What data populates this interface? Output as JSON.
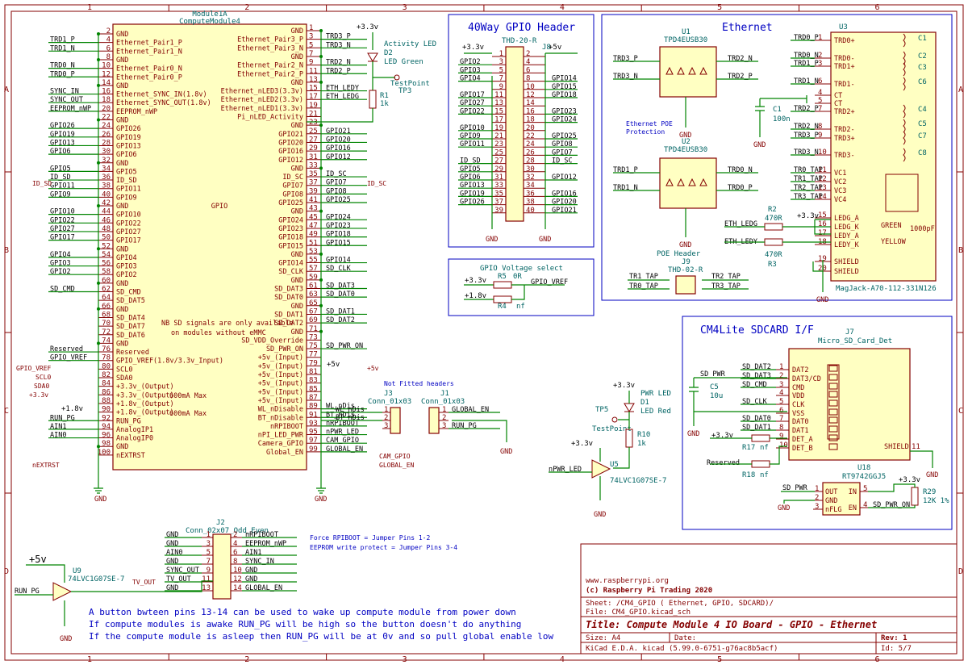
{
  "frame": {
    "cols": [
      "1",
      "2",
      "3",
      "4",
      "5",
      "6"
    ],
    "rows": [
      "A",
      "B",
      "C",
      "D"
    ]
  },
  "module": {
    "ref": "Module1A",
    "value": "ComputeModule4",
    "center_label": "GPIO",
    "left_pins": [
      {
        "n": "2",
        "name": "GND",
        "net": ""
      },
      {
        "n": "4",
        "name": "Ethernet_Pair1_P",
        "net": "TRD1_P"
      },
      {
        "n": "6",
        "name": "Ethernet_Pair1_N",
        "net": "TRD1_N"
      },
      {
        "n": "8",
        "name": "GND",
        "net": ""
      },
      {
        "n": "10",
        "name": "Ethernet_Pair0_N",
        "net": "TRD0_N"
      },
      {
        "n": "12",
        "name": "Ethernet_Pair0_P",
        "net": "TRD0_P"
      },
      {
        "n": "14",
        "name": "GND",
        "net": ""
      },
      {
        "n": "16",
        "name": "Ethernet_SYNC_IN(1.8v)",
        "net": "SYNC_IN"
      },
      {
        "n": "18",
        "name": "Ethernet_SYNC_OUT(1.8v)",
        "net": "SYNC_OUT"
      },
      {
        "n": "20",
        "name": "EEPROM_nWP",
        "net": "EEPROM_nWP"
      },
      {
        "n": "22",
        "name": "GND",
        "net": ""
      },
      {
        "n": "24",
        "name": "GPIO26",
        "net": "GPIO26"
      },
      {
        "n": "26",
        "name": "GPIO19",
        "net": "GPIO19"
      },
      {
        "n": "28",
        "name": "GPIO13",
        "net": "GPIO13"
      },
      {
        "n": "30",
        "name": "GPIO6",
        "net": "GPIO6"
      },
      {
        "n": "32",
        "name": "GND",
        "net": ""
      },
      {
        "n": "34",
        "name": "GPIO5",
        "net": "GPIO5"
      },
      {
        "n": "36",
        "name": "ID_SD",
        "net": "ID_SD"
      },
      {
        "n": "38",
        "name": "GPIO11",
        "net": "GPIO11"
      },
      {
        "n": "40",
        "name": "GPIO9",
        "net": "GPIO9"
      },
      {
        "n": "42",
        "name": "GND",
        "net": ""
      },
      {
        "n": "44",
        "name": "GPIO10",
        "net": "GPIO10"
      },
      {
        "n": "46",
        "name": "GPIO22",
        "net": "GPIO22"
      },
      {
        "n": "48",
        "name": "GPIO27",
        "net": "GPIO27"
      },
      {
        "n": "50",
        "name": "GPIO17",
        "net": "GPIO17"
      },
      {
        "n": "52",
        "name": "GND",
        "net": ""
      },
      {
        "n": "54",
        "name": "GPIO4",
        "net": "GPIO4"
      },
      {
        "n": "56",
        "name": "GPIO3",
        "net": "GPIO3"
      },
      {
        "n": "58",
        "name": "GPIO2",
        "net": "GPIO2"
      },
      {
        "n": "60",
        "name": "GND",
        "net": ""
      },
      {
        "n": "62",
        "name": "SD_CMD",
        "net": "SD_CMD"
      },
      {
        "n": "64",
        "name": "SD_DAT5",
        "net": ""
      },
      {
        "n": "66",
        "name": "GND",
        "net": ""
      },
      {
        "n": "68",
        "name": "SD_DAT4",
        "net": ""
      },
      {
        "n": "70",
        "name": "SD_DAT7",
        "net": ""
      },
      {
        "n": "72",
        "name": "SD_DAT6",
        "net": ""
      },
      {
        "n": "74",
        "name": "GND",
        "net": ""
      },
      {
        "n": "76",
        "name": "Reserved",
        "net": "Reserved"
      },
      {
        "n": "78",
        "name": "GPIO_VREF(1.8v/3.3v_Input)",
        "net": "GPIO_VREF"
      },
      {
        "n": "80",
        "name": "SCL0",
        "net": ""
      },
      {
        "n": "82",
        "name": "SDA0",
        "net": ""
      },
      {
        "n": "84",
        "name": "+3.3v_(Output)",
        "net": ""
      },
      {
        "n": "86",
        "name": "+3.3v_(Output)",
        "net": ""
      },
      {
        "n": "88",
        "name": "+1.8v_(Output)",
        "net": ""
      },
      {
        "n": "90",
        "name": "+1.8v_(Output)",
        "net": ""
      },
      {
        "n": "92",
        "name": "RUN_PG",
        "net": "RUN_PG"
      },
      {
        "n": "94",
        "name": "AnalogIP1",
        "net": "AIN1"
      },
      {
        "n": "96",
        "name": "AnalogIP0",
        "net": "AIN0"
      },
      {
        "n": "98",
        "name": "GND",
        "net": ""
      },
      {
        "n": "100",
        "name": "nEXTRST",
        "net": ""
      }
    ],
    "right_pins": [
      {
        "n": "1",
        "name": "GND",
        "net": ""
      },
      {
        "n": "3",
        "name": "Ethernet_Pair3_P",
        "net": "TRD3_P"
      },
      {
        "n": "5",
        "name": "Ethernet_Pair3_N",
        "net": "TRD3_N"
      },
      {
        "n": "7",
        "name": "GND",
        "net": ""
      },
      {
        "n": "9",
        "name": "Ethernet_Pair2_N",
        "net": "TRD2_N"
      },
      {
        "n": "11",
        "name": "Ethernet_Pair2_P",
        "net": "TRD2_P"
      },
      {
        "n": "13",
        "name": "GND",
        "net": ""
      },
      {
        "n": "15",
        "name": "Ethernet_nLED3(3.3v)",
        "net": "ETH_LEDY"
      },
      {
        "n": "17",
        "name": "Ethernet_nLED2(3.3v)",
        "net": "ETH_LEDG"
      },
      {
        "n": "19",
        "name": "Ethernet_nLED1(3.3v)",
        "net": ""
      },
      {
        "n": "21",
        "name": "Pi_nLED_Activity",
        "net": ""
      },
      {
        "n": "23",
        "name": "GND",
        "net": ""
      },
      {
        "n": "25",
        "name": "GPIO21",
        "net": "GPIO21"
      },
      {
        "n": "27",
        "name": "GPIO20",
        "net": "GPIO20"
      },
      {
        "n": "29",
        "name": "GPIO16",
        "net": "GPIO16"
      },
      {
        "n": "31",
        "name": "GPIO12",
        "net": "GPIO12"
      },
      {
        "n": "33",
        "name": "GND",
        "net": ""
      },
      {
        "n": "35",
        "name": "ID_SC",
        "net": "ID_SC"
      },
      {
        "n": "37",
        "name": "GPIO7",
        "net": "GPIO7"
      },
      {
        "n": "39",
        "name": "GPIO8",
        "net": "GPIO8"
      },
      {
        "n": "41",
        "name": "GPIO25",
        "net": "GPIO25"
      },
      {
        "n": "43",
        "name": "GND",
        "net": ""
      },
      {
        "n": "45",
        "name": "GPIO24",
        "net": "GPIO24"
      },
      {
        "n": "47",
        "name": "GPIO23",
        "net": "GPIO23"
      },
      {
        "n": "49",
        "name": "GPIO18",
        "net": "GPIO18"
      },
      {
        "n": "51",
        "name": "GPIO15",
        "net": "GPIO15"
      },
      {
        "n": "53",
        "name": "GND",
        "net": ""
      },
      {
        "n": "55",
        "name": "GPIO14",
        "net": "GPIO14"
      },
      {
        "n": "57",
        "name": "SD_CLK",
        "net": "SD_CLK"
      },
      {
        "n": "59",
        "name": "GND",
        "net": ""
      },
      {
        "n": "61",
        "name": "SD_DAT3",
        "net": "SD_DAT3"
      },
      {
        "n": "63",
        "name": "SD_DAT0",
        "net": "SD_DAT0"
      },
      {
        "n": "65",
        "name": "GND",
        "net": ""
      },
      {
        "n": "67",
        "name": "SD_DAT1",
        "net": "SD_DAT1"
      },
      {
        "n": "69",
        "name": "SD_DAT2",
        "net": "SD_DAT2"
      },
      {
        "n": "71",
        "name": "GND",
        "net": ""
      },
      {
        "n": "73",
        "name": "SD_VDD_Override",
        "net": ""
      },
      {
        "n": "75",
        "name": "SD_PWR_ON",
        "net": "SD_PWR_ON"
      },
      {
        "n": "77",
        "name": "+5v_(Input)",
        "net": ""
      },
      {
        "n": "79",
        "name": "+5v_(Input)",
        "net": ""
      },
      {
        "n": "81",
        "name": "+5v_(Input)",
        "net": ""
      },
      {
        "n": "83",
        "name": "+5v_(Input)",
        "net": ""
      },
      {
        "n": "85",
        "name": "+5v_(Input)",
        "net": ""
      },
      {
        "n": "87",
        "name": "+5v_(Input)",
        "net": ""
      },
      {
        "n": "89",
        "name": "WL_nDisable",
        "net": "WL_nDis"
      },
      {
        "n": "91",
        "name": "BT_nDisable",
        "net": "BT_nDis"
      },
      {
        "n": "93",
        "name": "nRPIBOOT",
        "net": "nRPIBOOT"
      },
      {
        "n": "95",
        "name": "nPI_LED_PWR",
        "net": "nPWR_LED"
      },
      {
        "n": "97",
        "name": "Camera_GPIO",
        "net": "CAM_GPIO"
      },
      {
        "n": "99",
        "name": "Global_EN",
        "net": "GLOBAL_EN"
      }
    ],
    "labels": {
      "id_sd": "ID_SD",
      "gpio_vref": "GPIO_VREF",
      "scl0": "SCL0",
      "sda0": "SDA0",
      "v33": "+3.3v",
      "v18": "+1.8v",
      "nextrst": "nEXTRST",
      "id_sc": "ID_SC",
      "v5": "+5v",
      "v5_out": "+5v",
      "cam": "CAM_GPIO",
      "global": "GLOBAL_EN",
      "ma600a": "600mA Max",
      "ma600b": "600mA Max",
      "gnd1": "GND",
      "gnd2": "GND"
    },
    "sd_note_1": "NB SD signals are only available",
    "sd_note_2": "on modules without eMMC"
  },
  "led": {
    "supply": "+3.3v",
    "title": "Activity LED",
    "ref": "D2",
    "value": "LED Green",
    "tp_label": "TestPoint",
    "tp_ref": "TP3",
    "r_ref": "R1",
    "r_val": "1k"
  },
  "gpio_header": {
    "title": "40Way GPIO Header",
    "ref": "THD-20-R",
    "j": "J8",
    "v33": "+3.3v",
    "v5": "+5v",
    "gnd_l": "GND",
    "gnd_r": "GND",
    "left": [
      "GPIO2",
      "GPIO3",
      "GPIO4",
      "",
      "GPIO17",
      "GPIO27",
      "GPIO22",
      "",
      "GPIO10",
      "GPIO9",
      "GPIO11",
      "",
      "ID_SD",
      "GPIO5",
      "GPIO6",
      "GPIO13",
      "GPIO19",
      "GPIO26",
      ""
    ],
    "right": [
      "",
      "",
      "GPIO14",
      "GPIO15",
      "GPIO18",
      "",
      "GPIO23",
      "GPIO24",
      "",
      "GPIO25",
      "GPIO8",
      "GPIO7",
      "ID_SC",
      "",
      "GPIO12",
      "",
      "GPIO16",
      "GPIO20",
      "GPIO21"
    ]
  },
  "vsel": {
    "title": "GPIO Voltage select",
    "v33": "+3.3v",
    "v18": "+1.8v",
    "r5": "R5",
    "r5v": "0R",
    "r4": "R4",
    "r4v": "nf",
    "net": "GPIO_VREF"
  },
  "ethernet": {
    "title": "Ethernet",
    "u1": "U1",
    "u1v": "TPD4EUSB30",
    "u2": "U2",
    "u2v": "TPD4EUSB30",
    "poe_note_1": "Ethernet POE",
    "poe_note_2": "Protection",
    "u1_nets": [
      "TRD3_P",
      "TRD3_N",
      "TRD2_N",
      "TRD2_P"
    ],
    "u2_nets": [
      "TRD1_P",
      "TRD1_N",
      "TRD0_N",
      "TRD0_P"
    ],
    "u3": "U3",
    "u3v": "MagJack-A70-112-331N126",
    "c1": "C1",
    "c1v": "100n",
    "mag_left": [
      {
        "n": "1",
        "net": "TRD0_P",
        "pin": "TRD0+"
      },
      {
        "n": "2",
        "net": "TRD0_N",
        "pin": "TRD0-"
      },
      {
        "n": "3",
        "net": "TRD1_P",
        "pin": "TRD1+"
      },
      {
        "n": "6",
        "net": "TRD1_N",
        "pin": "TRD1-"
      },
      {
        "n": "4",
        "net": "",
        "pin": "CT"
      },
      {
        "n": "5",
        "net": "",
        "pin": "CT"
      },
      {
        "n": "7",
        "net": "TRD2_P",
        "pin": "TRD2+"
      },
      {
        "n": "8",
        "net": "TRD2_N",
        "pin": "TRD2-"
      },
      {
        "n": "9",
        "net": "TRD3_P",
        "pin": "TRD3+"
      },
      {
        "n": "10",
        "net": "TRD3_N",
        "pin": "TRD3-"
      },
      {
        "n": "11",
        "net": "TR0_TAP",
        "pin": "VC1"
      },
      {
        "n": "12",
        "net": "TR1_TAP",
        "pin": "VC2"
      },
      {
        "n": "13",
        "net": "TR2_TAP",
        "pin": "VC3"
      },
      {
        "n": "14",
        "net": "TR3_TAP",
        "pin": "VC4"
      },
      {
        "n": "15",
        "net": "",
        "pin": "LEDG_A"
      },
      {
        "n": "16",
        "net": "",
        "pin": "LEDG_K"
      },
      {
        "n": "17",
        "net": "",
        "pin": "LEDY_A"
      },
      {
        "n": "18",
        "net": "",
        "pin": "LEDY_K"
      },
      {
        "n": "19",
        "net": "",
        "pin": "SHIELD"
      },
      {
        "n": "20",
        "net": "",
        "pin": "SHIELD"
      }
    ],
    "caps": [
      "C1",
      "C2",
      "C3",
      "C6",
      "C4",
      "C5",
      "C7",
      "C8"
    ],
    "green": "GREEN",
    "yellow": "YELLOW",
    "cap1000": "1000pF",
    "r2": "R2",
    "r2v": "470R",
    "r3": "R3",
    "r3v": "470R",
    "ledg": "ETH_LEDG",
    "ledy": "ETH_LEDY",
    "v33": "+3.3v",
    "poe_hdr": "POE Header",
    "j9": "J9",
    "j9v": "THD-02-R",
    "poe_l": [
      "TR1_TAP",
      "TR0_TAP"
    ],
    "poe_r": [
      "TR2_TAP",
      "TR3_TAP"
    ],
    "gnd": "GND"
  },
  "sd": {
    "title": "CM4Lite SDCARD I/F",
    "j7": "J7",
    "j7v": "Micro_SD_Card_Det",
    "pins": [
      {
        "n": "1",
        "net": "SD_DAT2",
        "pin": "DAT2"
      },
      {
        "n": "2",
        "net": "SD_DAT3",
        "pin": "DAT3/CD"
      },
      {
        "n": "3",
        "net": "SD_CMD",
        "pin": "CMD"
      },
      {
        "n": "4",
        "net": "",
        "pin": "VDD"
      },
      {
        "n": "5",
        "net": "SD_CLK",
        "pin": "CLK"
      },
      {
        "n": "6",
        "net": "",
        "pin": "VSS"
      },
      {
        "n": "7",
        "net": "SD_DAT0",
        "pin": "DAT0"
      },
      {
        "n": "8",
        "net": "SD_DAT1",
        "pin": "DAT1"
      },
      {
        "n": "9",
        "net": "",
        "pin": "DET_A"
      },
      {
        "n": "10",
        "net": "",
        "pin": "DET_B"
      }
    ],
    "shield": "SHIELD",
    "shield_n": "11",
    "sd_pwr": "SD_PWR",
    "c5": "C5",
    "c5v": "10u",
    "r17": "R17",
    "r17v": "nf",
    "r18": "R18",
    "r18v": "nf",
    "reserved": "Reserved",
    "v33": "+3.3v",
    "u18": "U18",
    "u18v": "RT9742GGJ5",
    "u18_l": [
      "OUT",
      "GND",
      "nFLG"
    ],
    "u18_ln": [
      "1",
      "2",
      "3"
    ],
    "u18_r": [
      "IN",
      "EN"
    ],
    "u18_rn": [
      "5",
      "4"
    ],
    "r29": "R29",
    "r29v": "12K 1%",
    "pwr_on": "SD_PWR_ON",
    "sd_pwr2": "SD_PWR",
    "gnd": "GND"
  },
  "notfitted": {
    "title": "Not Fitted headers",
    "j3": "J3",
    "j3v": "Conn_01x03",
    "j3_nets": [
      "WL_nDis",
      "BT_nDis",
      ""
    ],
    "j1": "J1",
    "j1v": "Conn_01x03",
    "j1_nets": [
      "GLOBAL_EN",
      "",
      "RUN_PG"
    ],
    "gnd": "GND"
  },
  "pwrled": {
    "v33": "+3.3v",
    "title": "PWR LED",
    "d1": "D1",
    "d1v": "LED Red",
    "tp": "TP5",
    "tpv": "TestPoint",
    "r10": "R10",
    "r10v": "1k",
    "u5": "U5",
    "u5v": "74LVC1G07SE-7",
    "in_net": "nPWR_LED",
    "v33b": "+3.3v",
    "gnd": "GND"
  },
  "j2": {
    "ref": "J2",
    "val": "Conn_02x07_Odd_Even",
    "left": [
      "GND",
      "GND",
      "AIN0",
      "GND",
      "SYNC_OUT",
      "TV_OUT",
      "GND"
    ],
    "right": [
      "nRPIBOOT",
      "EEPROM_nWP",
      "AIN1",
      "SYNC_IN",
      "GND",
      "GND",
      "GLOBAL_EN"
    ],
    "note1": "Force RPIBOOT = Jumper Pins 1-2",
    "note2": "EEPROM write protect = Jumper Pins 3-4",
    "tv_out": "TV_OUT"
  },
  "u9": {
    "v5": "+5v",
    "ref": "U9",
    "val": "74LVC1G07SE-7",
    "in": "RUN_PG",
    "gnd": "GND"
  },
  "notes": [
    "A button bwteen pins 13-14 can be used to wake up compute module from power down",
    "If compute modules is awake RUN_PG will be high so the button doesn't do anything",
    "If the compute module is asleep then RUN_PG will be at 0v and so pull global enable low"
  ],
  "title_block": {
    "url": "www.raspberrypi.org",
    "company": "(c) Raspberry Pi Trading 2020",
    "sheet": "Sheet: /CM4_GPIO ( Ethernet, GPIO, SDCARD)/",
    "file": "File: CM4_GPIO.kicad_sch",
    "title": "Title: Compute Module 4 IO Board - GPIO - Ethernet",
    "size": "Size: A4",
    "date": "Date:",
    "rev": "Rev: 1",
    "kicad": "KiCad E.D.A.  kicad (5.99.0-6751-g76ac8b5acf)",
    "id": "Id: 5/7"
  }
}
